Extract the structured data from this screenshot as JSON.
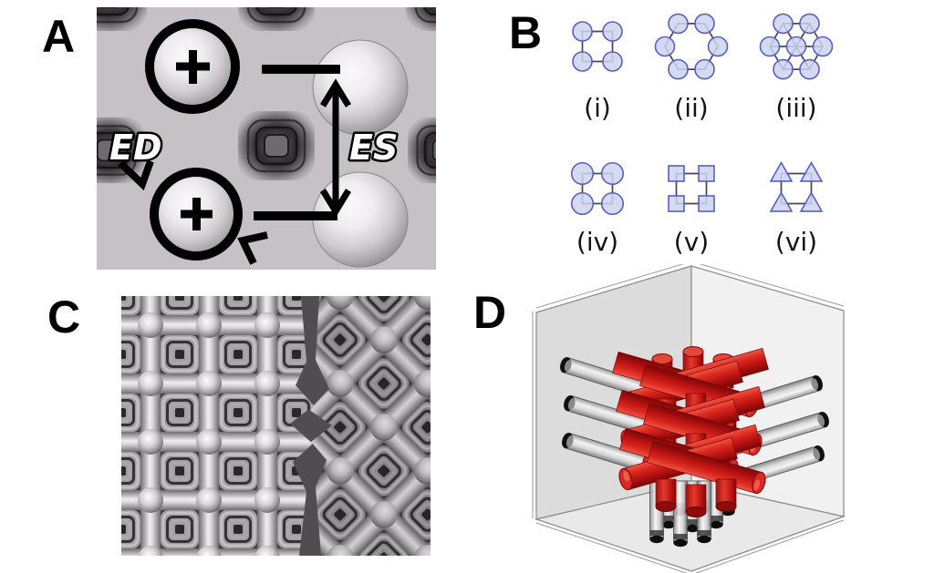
{
  "panels": {
    "A": {
      "label": "A",
      "annotations": {
        "ed_label": "ED",
        "es_label": "ES",
        "plus_symbol": "+"
      }
    },
    "B": {
      "label": "B",
      "arrangements": [
        {
          "caption": "(i)",
          "shape": "circle",
          "layout": "square",
          "unit_scale": 1
        },
        {
          "caption": "(ii)",
          "shape": "circle",
          "layout": "hexagon",
          "unit_scale": 1
        },
        {
          "caption": "(iii)",
          "shape": "circle",
          "layout": "hexagon-centered",
          "unit_scale": 1
        },
        {
          "caption": "(iv)",
          "shape": "circle",
          "layout": "square",
          "unit_scale": 1.12
        },
        {
          "caption": "(v)",
          "shape": "square",
          "layout": "square",
          "unit_scale": 1
        },
        {
          "caption": "(vi)",
          "shape": "triangle",
          "layout": "square",
          "unit_scale": 1
        }
      ]
    },
    "C": {
      "label": "C"
    },
    "D": {
      "label": "D"
    }
  },
  "colors": {
    "panel_label": "#000000",
    "unit_fill": "#ccd3f0",
    "unit_stroke": "#5b5ec1",
    "outline_line": "#46464e",
    "annotation_black": "#000000",
    "annotation_text_white": "#ffffff",
    "scaffold_red": "#cc1616",
    "box_wall_gray": "#ececec",
    "render_base_gray": "#c5c1c5"
  }
}
